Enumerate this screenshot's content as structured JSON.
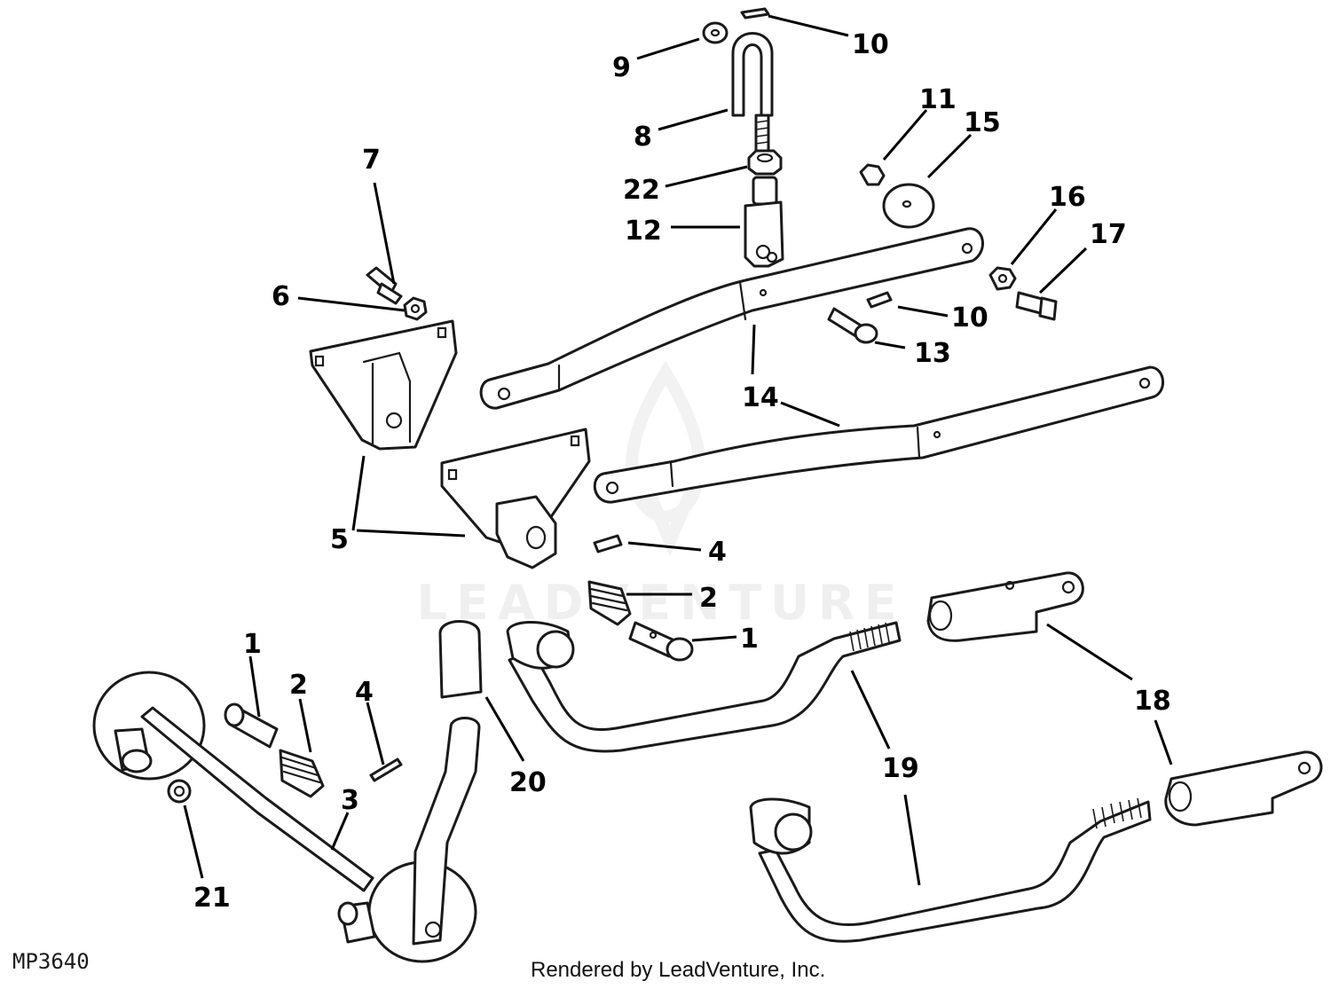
{
  "diagram": {
    "callouts": [
      {
        "id": "c1a",
        "text": "1"
      },
      {
        "id": "c1b",
        "text": "1"
      },
      {
        "id": "c2a",
        "text": "2"
      },
      {
        "id": "c2b",
        "text": "2"
      },
      {
        "id": "c3",
        "text": "3"
      },
      {
        "id": "c4a",
        "text": "4"
      },
      {
        "id": "c4b",
        "text": "4"
      },
      {
        "id": "c5",
        "text": "5"
      },
      {
        "id": "c6",
        "text": "6"
      },
      {
        "id": "c7",
        "text": "7"
      },
      {
        "id": "c8",
        "text": "8"
      },
      {
        "id": "c9",
        "text": "9"
      },
      {
        "id": "c10a",
        "text": "10"
      },
      {
        "id": "c10b",
        "text": "10"
      },
      {
        "id": "c11",
        "text": "11"
      },
      {
        "id": "c12",
        "text": "12"
      },
      {
        "id": "c13",
        "text": "13"
      },
      {
        "id": "c14",
        "text": "14"
      },
      {
        "id": "c15",
        "text": "15"
      },
      {
        "id": "c16",
        "text": "16"
      },
      {
        "id": "c17",
        "text": "17"
      },
      {
        "id": "c18",
        "text": "18"
      },
      {
        "id": "c19",
        "text": "19"
      },
      {
        "id": "c20",
        "text": "20"
      },
      {
        "id": "c21",
        "text": "21"
      },
      {
        "id": "c22",
        "text": "22"
      }
    ],
    "figure_code": "MP3640",
    "watermark": "LEADVENTURE",
    "credit": "Rendered by LeadVenture, Inc."
  }
}
